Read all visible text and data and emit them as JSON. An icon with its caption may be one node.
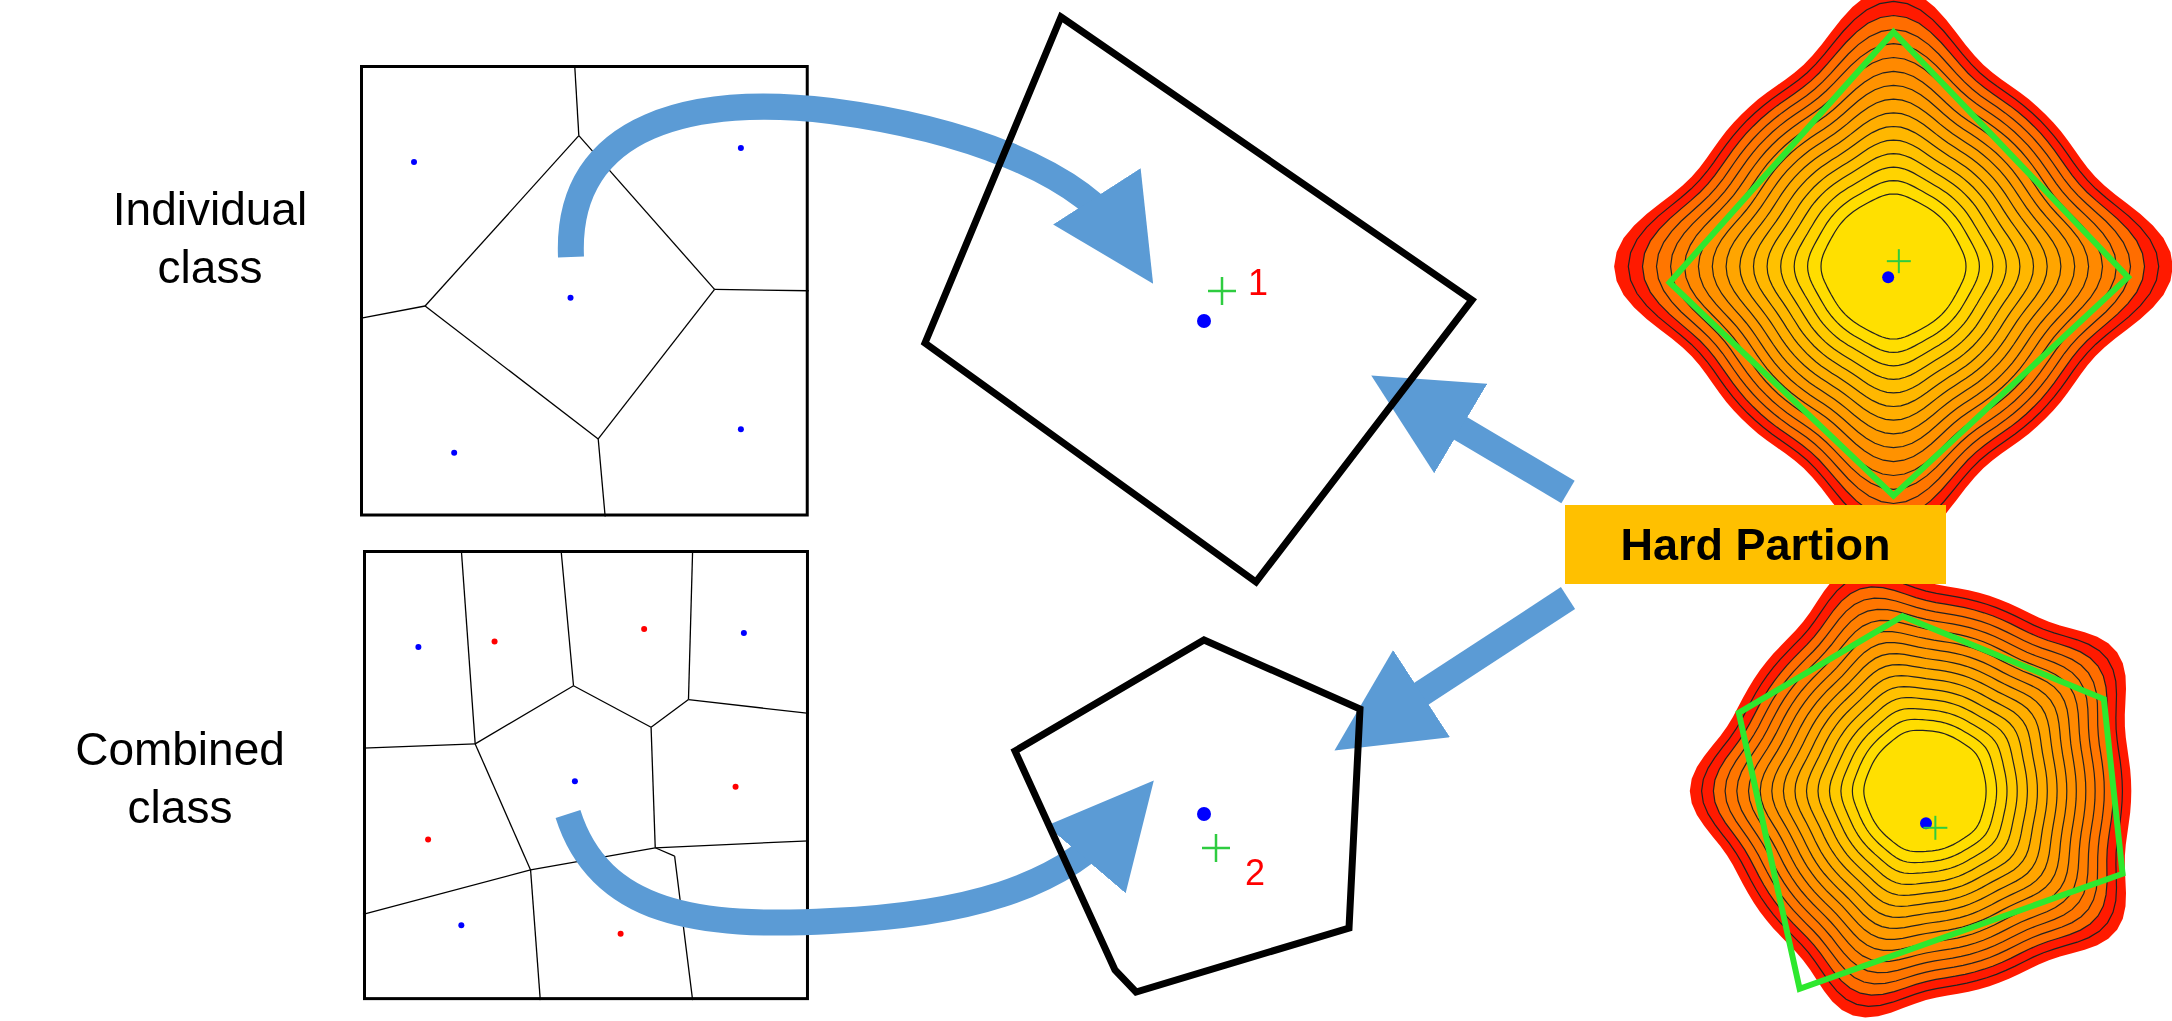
{
  "diagram": {
    "nodes": [
      {
        "text": [],
        "shape": "picture"
      },
      {
        "text": [],
        "shape": "picture"
      },
      {
        "text": [
          "1"
        ]
      },
      {
        "text": [
          "2"
        ]
      },
      {
        "text": [
          "Hard Partion"
        ]
      },
      {
        "text": [],
        "shape": "picture"
      },
      {
        "text": [],
        "shape": "picture"
      }
    ],
    "edges": [
      {
        "from": 0,
        "to": 2,
        "arrow": "to"
      },
      {
        "from": 1,
        "to": 3,
        "arrow": "to"
      },
      {
        "from": 4,
        "to": 2,
        "arrow": "to"
      },
      {
        "from": 4,
        "to": 3,
        "arrow": "to"
      }
    ],
    "labels": [
      "Individual class",
      "Combined class"
    ]
  }
}
